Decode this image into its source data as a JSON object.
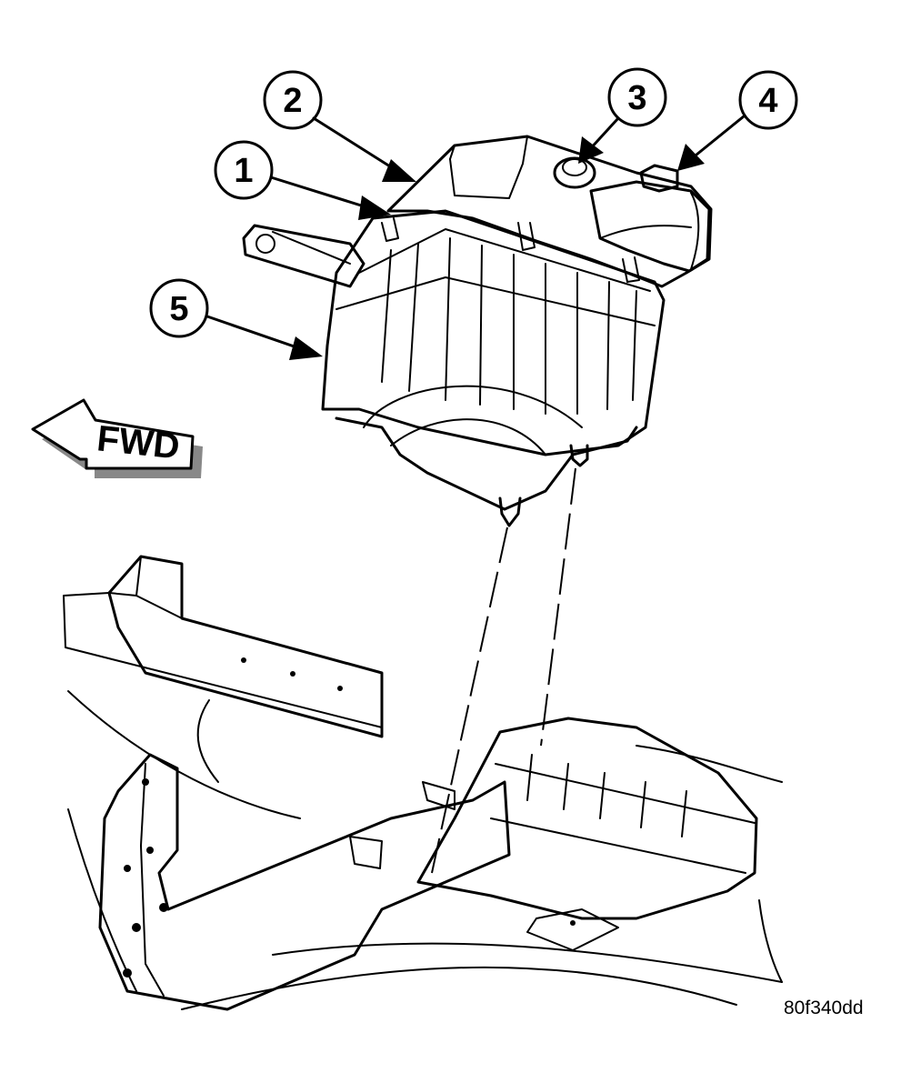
{
  "callouts": [
    {
      "id": "callout-1",
      "label": "1"
    },
    {
      "id": "callout-2",
      "label": "2"
    },
    {
      "id": "callout-3",
      "label": "3"
    },
    {
      "id": "callout-4",
      "label": "4"
    },
    {
      "id": "callout-5",
      "label": "5"
    }
  ],
  "direction_arrow": {
    "label": "FWD"
  },
  "figure_id": "80f340dd"
}
